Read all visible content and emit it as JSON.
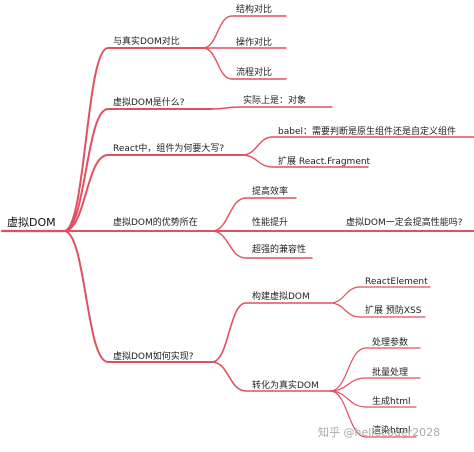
{
  "style": {
    "branch_color": "#e0505e",
    "text_color": "#222222"
  },
  "root": "虚拟DOM",
  "branches": [
    {
      "label": "与真实DOM对比",
      "children": [
        {
          "label": "结构对比"
        },
        {
          "label": "操作对比"
        },
        {
          "label": "流程对比"
        }
      ]
    },
    {
      "label": "虚拟DOM是什么?",
      "children": [
        {
          "label": "实际上是：对象"
        }
      ]
    },
    {
      "label": "React中，组件为何要大写?",
      "children": [
        {
          "label": "babel：需要判断是原生组件还是自定义组件"
        },
        {
          "label": "扩展 React.Fragment"
        }
      ]
    },
    {
      "label": "虚拟DOM的优势所在",
      "children": [
        {
          "label": "提高效率"
        },
        {
          "label": "性能提升",
          "children": [
            {
              "label": "虚拟DOM一定会提高性能吗?"
            }
          ]
        },
        {
          "label": "超强的兼容性"
        }
      ]
    },
    {
      "label": "虚拟DOM如何实现?",
      "children": [
        {
          "label": "构建虚拟DOM",
          "children": [
            {
              "label": "ReactElement"
            },
            {
              "label": "扩展 预防XSS"
            }
          ]
        },
        {
          "label": "转化为真实DOM",
          "children": [
            {
              "label": "处理参数"
            },
            {
              "label": "批量处理"
            },
            {
              "label": "生成html"
            },
            {
              "label": "渲染html"
            }
          ]
        }
      ]
    }
  ],
  "watermark": "知乎 @hellocoder2028"
}
